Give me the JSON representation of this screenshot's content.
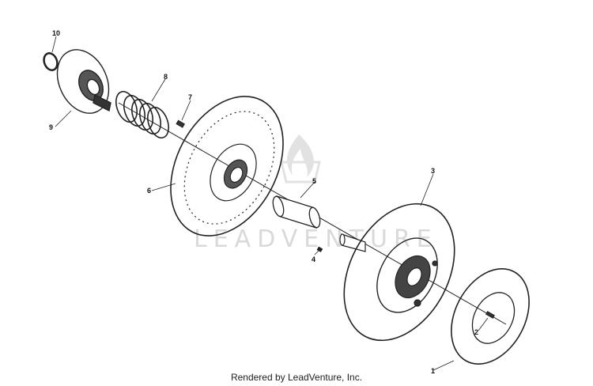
{
  "watermark": "LEADVENTURE",
  "footer": "Rendered by LeadVenture, Inc.",
  "callouts": [
    "1",
    "2",
    "3",
    "4",
    "5",
    "6",
    "7",
    "8",
    "9",
    "10"
  ],
  "icons": {
    "watermark_logo": "flame-icon"
  }
}
